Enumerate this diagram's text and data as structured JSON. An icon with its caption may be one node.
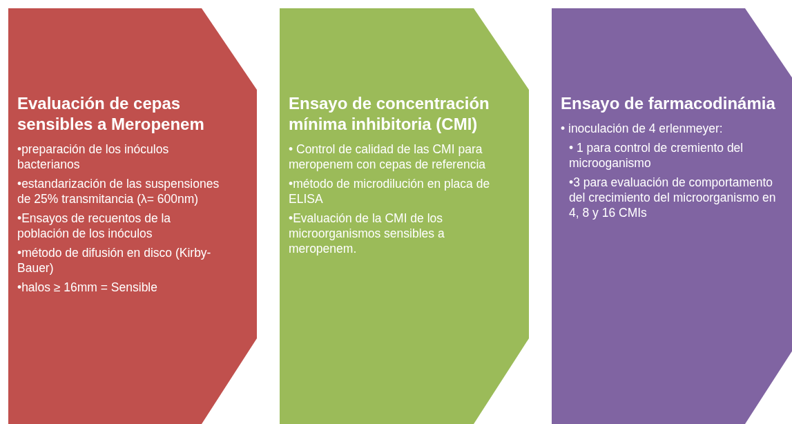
{
  "diagram": {
    "nodes": [
      {
        "text": [
          "Evaluación de cepas sensibles a Meropenem",
          "•preparación de los inóculos bacterianos",
          "•estandarización de las suspensiones de 25% transmitancia (λ= 600nm)",
          "•Ensayos de recuentos de la población de los inóculos",
          "•método de difusión en disco (Kirby-Bauer)",
          "•halos ≥ 16mm = Sensible"
        ]
      },
      {
        "text": [
          "Ensayo de concentración mínima inhibitoria (CMI)",
          "• Control de calidad de las CMI para meropenem con cepas de referencia",
          "•método de microdilución en placa de ELISA",
          "•Evaluación de la CMI de los microorganismos sensibles a meropenem."
        ]
      },
      {
        "text": [
          "Ensayo de farmacodinámia",
          "• inoculación de 4 erlenmeyer:",
          "• 1 para control de cremiento del microoganismo",
          "•3 para evaluación de comportamento del crecimiento del microorganismo en 4, 8 y 16 CMIs"
        ]
      }
    ]
  }
}
